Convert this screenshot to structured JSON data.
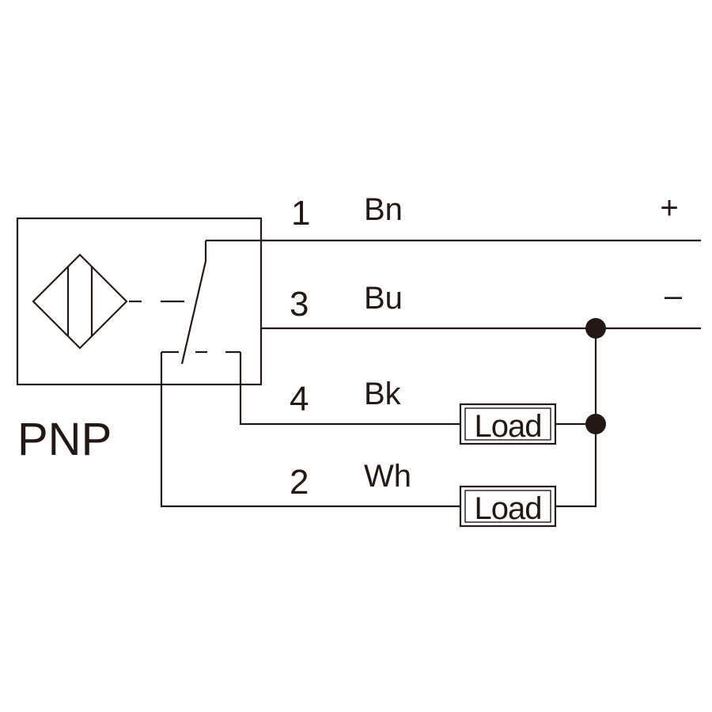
{
  "sensor": {
    "type_label": "PNP"
  },
  "wires": [
    {
      "pin": "1",
      "color": "Bn",
      "supply": "+"
    },
    {
      "pin": "3",
      "color": "Bu",
      "supply": "–"
    },
    {
      "pin": "4",
      "color": "Bk",
      "load": "Load"
    },
    {
      "pin": "2",
      "color": "Wh",
      "load": "Load"
    }
  ],
  "colors": {
    "line": "#231815",
    "background": "#ffffff"
  }
}
